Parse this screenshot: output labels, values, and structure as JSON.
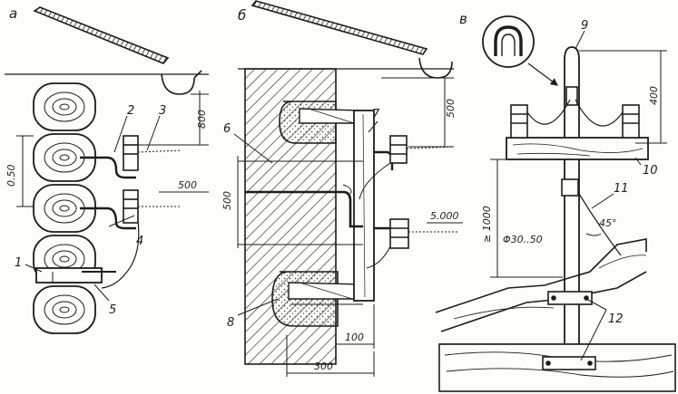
{
  "panels": {
    "a": "а",
    "b": "б",
    "v": "в"
  },
  "labels": {
    "n1": "1",
    "n2": "2",
    "n3": "3",
    "n4": "4",
    "n5": "5",
    "n6": "6",
    "n7": "7",
    "n8": "8",
    "n9": "9",
    "n10": "10",
    "n11": "11",
    "n12": "12"
  },
  "dimensions": {
    "a_800": "800",
    "a_050": "0.50",
    "a_500": "500",
    "b_500_top": "500",
    "b_500_side": "500",
    "b_5000": "5.000",
    "b_100": "100",
    "b_300": "300",
    "v_400": "400",
    "v_1000": "≥ 1000",
    "v_dia": "Φ30..50",
    "v_angle": "45°"
  },
  "colors": {
    "ink": "#1d1d1d",
    "paper": "#fdfdfb",
    "hatch": "#3a3a3a",
    "mortar": "#7a7a7a"
  }
}
